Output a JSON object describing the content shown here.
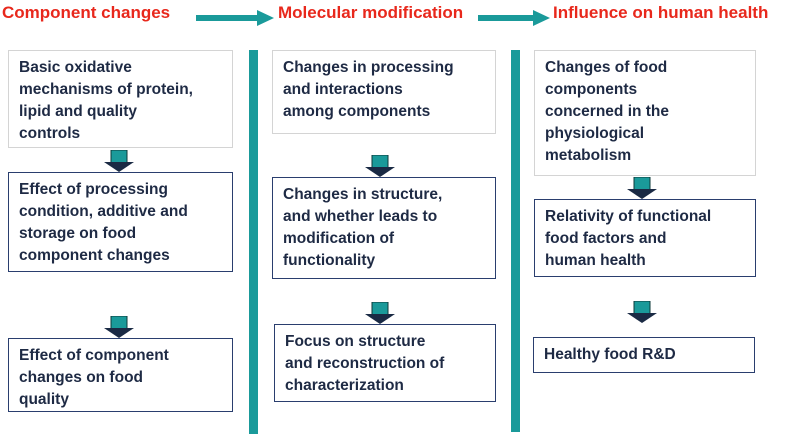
{
  "headers": [
    {
      "label": "Component changes"
    },
    {
      "label": "Molecular modification"
    },
    {
      "label": "Influence on human health"
    }
  ],
  "columns": [
    {
      "boxes": [
        {
          "text": "Basic oxidative\nmechanisms of protein,\nlipid and quality\ncontrols"
        },
        {
          "text": "Effect of processing\ncondition, additive and\nstorage on food\ncomponent changes"
        },
        {
          "text": "Effect of component\nchanges on food\nquality"
        }
      ]
    },
    {
      "boxes": [
        {
          "text": "Changes in processing\nand interactions\namong components"
        },
        {
          "text": "Changes in structure,\nand whether leads to\nmodification of\nfunctionality"
        },
        {
          "text": "Focus on structure\nand reconstruction of\ncharacterization"
        }
      ]
    },
    {
      "boxes": [
        {
          "text": "Changes of food\ncomponents\nconcerned in the\nphysiological\nmetabolism"
        },
        {
          "text": "Relativity of functional\nfood factors and\nhuman health"
        },
        {
          "text": "Healthy food R&D"
        }
      ]
    }
  ],
  "colors": {
    "header": "#e8281c",
    "arrow": "#1a9a9a",
    "box_text": "#1e2a44",
    "box_border_dark": "#2a3e6e"
  }
}
